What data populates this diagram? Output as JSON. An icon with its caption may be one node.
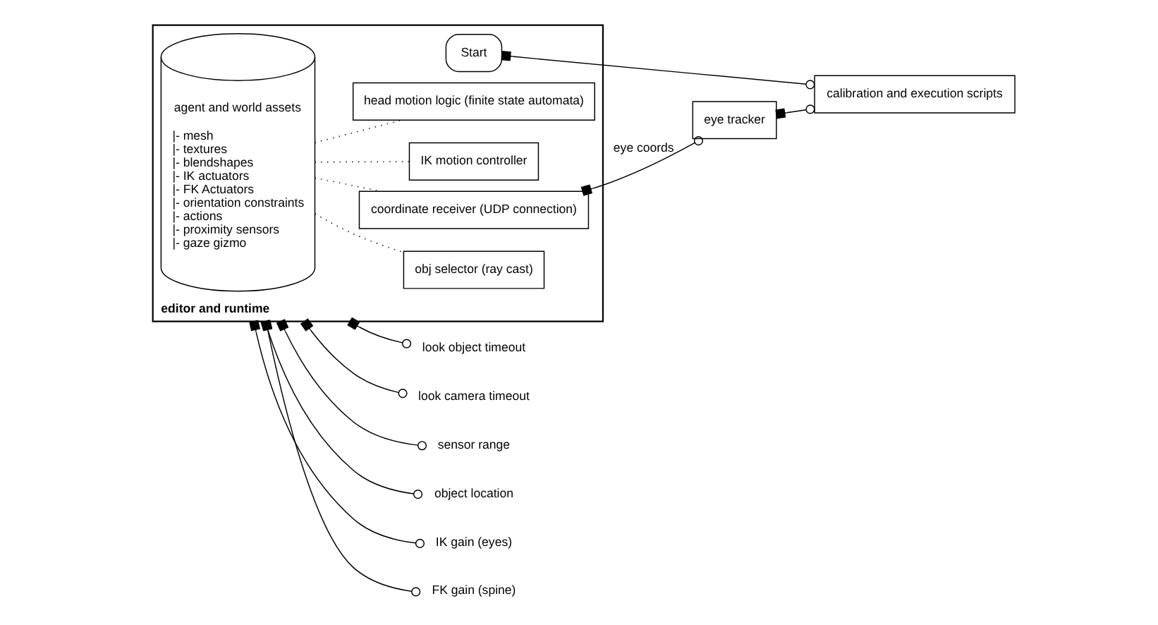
{
  "diagram": {
    "nodes": [
      {
        "text": [
          "editor and runtime"
        ]
      },
      {
        "text": [
          "agent and world assets",
          "|- mesh",
          "|- textures",
          "|- blendshapes",
          "|- IK actuators",
          "|- FK Actuators",
          "|- orientation constraints",
          "|- actions",
          "|- proximity sensors",
          "|- gaze gizmo"
        ],
        "in": 0
      },
      {
        "text": [
          "IK motion controller"
        ],
        "in": 0
      },
      {
        "text": [
          "head motion logic (finite state automata)"
        ],
        "in": 0
      },
      {
        "text": [
          "obj selector (ray cast)"
        ],
        "in": 0
      },
      {
        "text": [
          "coordinate receiver (UDP connection)"
        ],
        "in": 0
      },
      {
        "text": [
          "Start"
        ],
        "in": 0
      },
      {
        "text": [
          "eye tracker"
        ]
      },
      {
        "text": [
          "calibration and execution scripts"
        ]
      },
      {
        "text": [
          "IK gain (eyes)"
        ]
      },
      {
        "text": [
          "FK gain (spine)"
        ]
      },
      {
        "text": [
          "look object timeout"
        ]
      },
      {
        "text": [
          "look camera timeout"
        ]
      },
      {
        "text": [
          "sensor range"
        ]
      },
      {
        "text": [
          "object location"
        ]
      }
    ],
    "edges": [
      {
        "from": 1,
        "to": 2,
        "arrow": "none",
        "style": "dashed"
      },
      {
        "from": 1,
        "to": 3,
        "arrow": "none",
        "style": "dashed"
      },
      {
        "from": 1,
        "to": 4,
        "arrow": "none",
        "style": "dashed"
      },
      {
        "from": 1,
        "to": 5,
        "arrow": "none",
        "style": "dashed"
      },
      {
        "from": 5,
        "to": 7,
        "arrow": "other",
        "label": "eye coords"
      },
      {
        "from": 6,
        "to": 8,
        "arrow": "other"
      },
      {
        "from": 7,
        "to": 8,
        "arrow": "other"
      },
      {
        "from": 0,
        "to": 9,
        "arrow": "other"
      },
      {
        "from": 0,
        "to": 10,
        "arrow": "other"
      },
      {
        "from": 0,
        "to": 11,
        "arrow": "other"
      },
      {
        "from": 0,
        "to": 12,
        "arrow": "other"
      },
      {
        "from": 0,
        "to": 13,
        "arrow": "other"
      },
      {
        "from": 0,
        "to": 14,
        "arrow": "other"
      }
    ]
  }
}
